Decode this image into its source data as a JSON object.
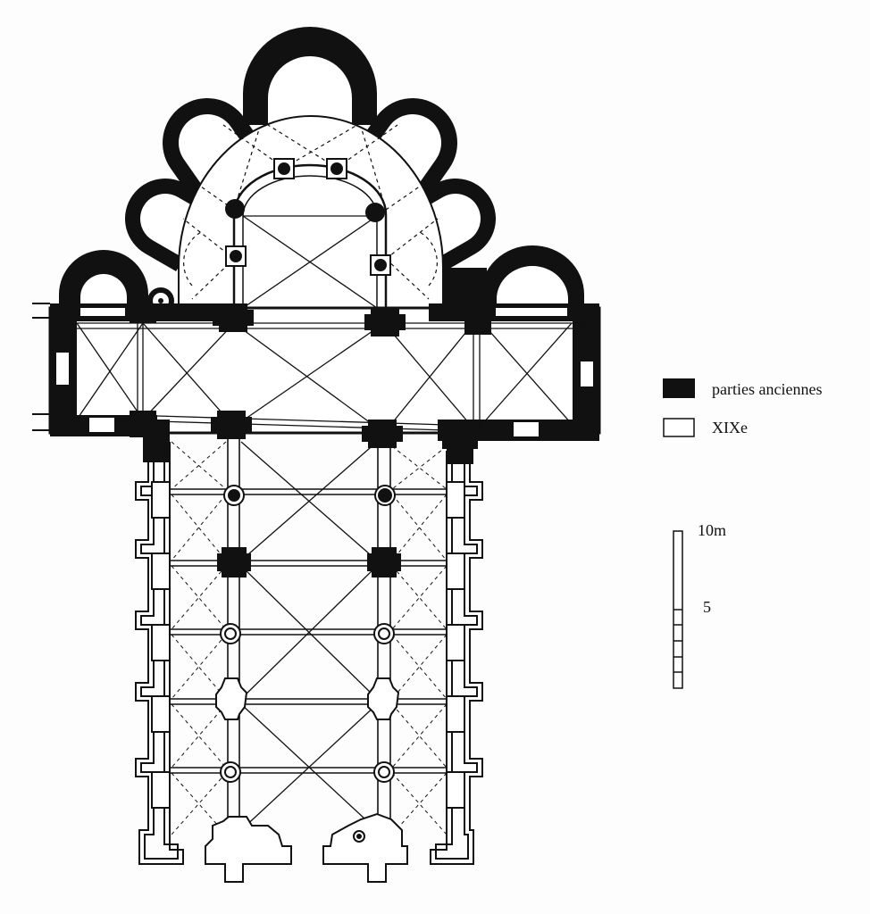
{
  "legend": {
    "items": [
      {
        "label": "parties anciennes",
        "swatch": "#111111"
      },
      {
        "label": "XIXe",
        "swatch": "#ffffff"
      }
    ]
  },
  "scale": {
    "top_label": "10m",
    "mid_label": "5"
  },
  "colors": {
    "ink": "#111111",
    "paper": "#fdfdfd"
  }
}
